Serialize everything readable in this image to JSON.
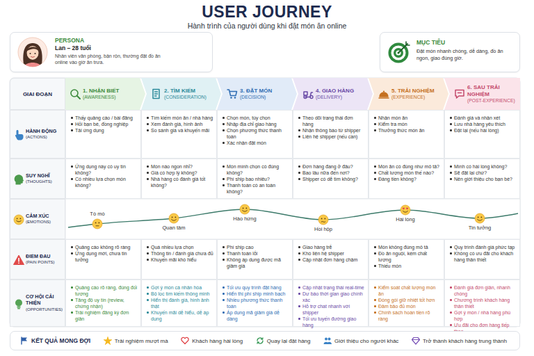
{
  "diagram": {
    "title": "USER JOURNEY",
    "nodes": [
      {
        "text": [
          "PERSONA",
          "Lan – 28 tuổi",
          "Nhân viên văn phòng, bận rộn, thường đặt đồ ăn online vào giờ ăn trưa."
        ]
      },
      {
        "text": [
          "MỤC TIÊU",
          "Đặt món nhanh chóng, dễ dàng, đồ ăn ngon, giao đúng giờ."
        ]
      },
      {
        "text": [
          "GIAI ĐOẠN"
        ]
      },
      {
        "text": [
          "1. NHẬN BIẾT",
          "(AWARENESS)"
        ]
      },
      {
        "text": [
          "2. TÌM KIẾM",
          "(CONSIDERATION)"
        ]
      },
      {
        "text": [
          "3. ĐẶT MÓN",
          "(DECISION)"
        ]
      },
      {
        "text": [
          "4. GIAO HÀNG",
          "(DELIVERY)"
        ]
      },
      {
        "text": [
          "5. TRẢI NGHIỆM",
          "(EXPERIENCE)"
        ]
      },
      {
        "text": [
          "6. SAU TRẢI NGHIỆM",
          "(POST-EXPERIENCE)"
        ]
      },
      {
        "text": [
          "HÀNH ĐỘNG",
          "(ACTIONS)"
        ]
      },
      {
        "text": [
          "Thấy quảng cáo / bài đăng",
          "Hỏi bạn bè, đồng nghiệp",
          "Tải ứng dụng"
        ]
      },
      {
        "text": [
          "Tìm kiếm món ăn / nhà hàng",
          "Xem đánh giá, hình ảnh",
          "So sánh giá và khuyến mãi"
        ]
      },
      {
        "text": [
          "Chọn món, tùy chọn",
          "Nhập địa chỉ giao hàng",
          "Chọn phương thức thanh toán",
          "Xác nhận đặt món"
        ]
      },
      {
        "text": [
          "Theo dõi trạng thái đơn hàng",
          "Nhận thông báo từ shipper",
          "Liên hệ shipper (nếu cần)"
        ]
      },
      {
        "text": [
          "Nhận món ăn",
          "Kiểm tra món",
          "Thưởng thức món ăn"
        ]
      },
      {
        "text": [
          "Đánh giá và nhận xét",
          "Lưu nhà hàng yêu thích",
          "Đặt lại (nếu hài lòng)"
        ]
      },
      {
        "text": [
          "SUY NGHĨ",
          "(THOUGHTS)"
        ]
      },
      {
        "text": [
          "Ứng dụng này có uy tín không?",
          "Có nhiều lựa chọn món không?"
        ]
      },
      {
        "text": [
          "Món nào ngon nhỉ?",
          "Giá có hợp lý không?",
          "Nhà hàng có đánh giá tốt không?"
        ]
      },
      {
        "text": [
          "Món mình chọn có đúng không?",
          "Phí ship bao nhiêu?",
          "Thanh toán có an toàn không?"
        ]
      },
      {
        "text": [
          "Đơn hàng đang ở đâu?",
          "Bao lâu nữa đến nơi?",
          "Shipper có dễ tìm không?"
        ]
      },
      {
        "text": [
          "Món ăn có đúng như mô tả?",
          "Chất lượng món thế nào?",
          "Đáng tiền không?"
        ]
      },
      {
        "text": [
          "Mình có hài lòng không?",
          "Sẽ đặt lại chứ?",
          "Nên giới thiệu cho bạn bè?"
        ]
      },
      {
        "text": [
          "CẢM XÚC",
          "(EMOTIONS)"
        ]
      },
      {
        "text": [
          "ĐIỂM ĐAU",
          "(PAIN POINTS)"
        ]
      },
      {
        "text": [
          "Quảng cáo không rõ ràng",
          "Ứng dụng mới, chưa tin tưởng"
        ]
      },
      {
        "text": [
          "Quá nhiều lựa chọn",
          "Thông tin / đánh giá chưa đủ",
          "Khuyến mãi khó hiểu"
        ]
      },
      {
        "text": [
          "Phí ship cao",
          "Thanh toán lỗi",
          "Không áp dụng được mã giảm giá"
        ]
      },
      {
        "text": [
          "Giao hàng trễ",
          "Khó liên hệ shipper",
          "Cập nhật đơn hàng chậm"
        ]
      },
      {
        "text": [
          "Món không đúng mô tả",
          "Đồ ăn nguội, kém chất lượng",
          "Thiếu món"
        ]
      },
      {
        "text": [
          "Quy trình đánh giá phức tạp",
          "Không có ưu đãi cho khách hàng thân thiết"
        ]
      },
      {
        "text": [
          "CƠ HỘI CẢI THIỆN",
          "(OPPORTUNITIES)"
        ]
      },
      {
        "text": [
          "Quảng cáo rõ ràng, đúng đối tượng",
          "Tăng độ uy tín (review, chứng nhận)",
          "Trải nghiệm đăng ký đơn giản"
        ]
      },
      {
        "text": [
          "Gợi ý món cá nhân hóa",
          "Bộ lọc tìm kiếm thông minh",
          "Hiển thị đánh giá, hình ảnh thật",
          "Khuyến mãi dễ hiểu, dễ áp dụng"
        ]
      },
      {
        "text": [
          "Tối ưu quy trình đặt hàng",
          "Hiển thị phí ship minh bạch",
          "Nhiều phương thức thanh toán",
          "Áp dụng mã giảm giá dễ dàng"
        ]
      },
      {
        "text": [
          "Cập nhật trạng thái real-time",
          "Dự báo thời gian giao chính xác",
          "Hỗ trợ chat nhanh với shipper",
          "Tối ưu tuyến đường giao hàng"
        ]
      },
      {
        "text": [
          "Kiểm soát chất lượng món ăn",
          "Đóng gói giữ nhiệt tốt hơn",
          "Đảm bảo đủ món",
          "Chính sách hoàn tiền rõ ràng"
        ]
      },
      {
        "text": [
          "Đánh giá đơn giản, nhanh chóng",
          "Chương trình khách hàng thân thiết",
          "Gợi ý món / nhà hàng phù hợp",
          "Ưu đãi cho đơn hàng tiếp theo"
        ]
      },
      {
        "text": [
          "KẾT QUẢ MONG ĐỢI",
          "Trải nghiệm mượt mà",
          "Khách hàng hài lòng",
          "Quay lại đặt hàng",
          "Giới thiệu cho người khác",
          "Trở thành khách hàng trung thành"
        ]
      }
    ],
    "labels": [
      "Hành trình của người dùng khi đặt món ăn online",
      "Tò mò",
      "Quan tâm",
      "Hào hứng",
      "Hồi hộp",
      "Hài lòng",
      "Tin tưởng"
    ]
  }
}
